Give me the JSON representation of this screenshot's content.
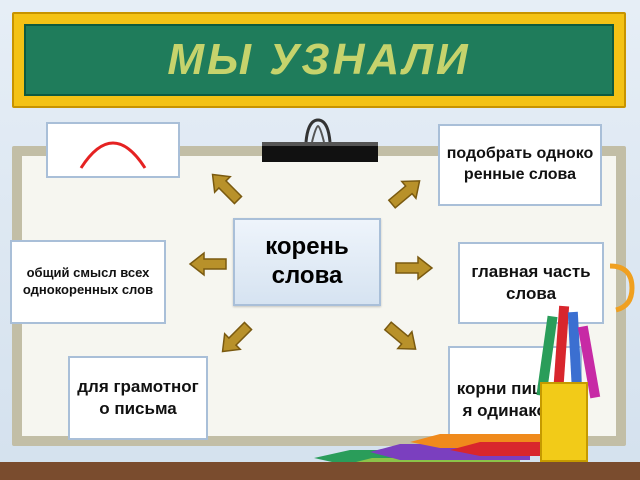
{
  "title": "МЫ УЗНАЛИ",
  "center": "корень слова",
  "nodes": {
    "top_right": "подобрать однокоренные слова",
    "right": "главная часть слова",
    "bottom_right": "корни пишутся одинаково",
    "bottom_left": "для грамотного письма",
    "left": "общий смысл всех однокоренных слов"
  },
  "icons": [
    "root-arc-icon",
    "binder-clip-icon",
    "arrow-icon",
    "pencils-icon"
  ],
  "colors": {
    "title_board": "#f4c215",
    "title_bg": "#1f7c5b",
    "title_text": "#c6d36c",
    "arrow": "#b8912a",
    "root_arc": "#e52222"
  }
}
